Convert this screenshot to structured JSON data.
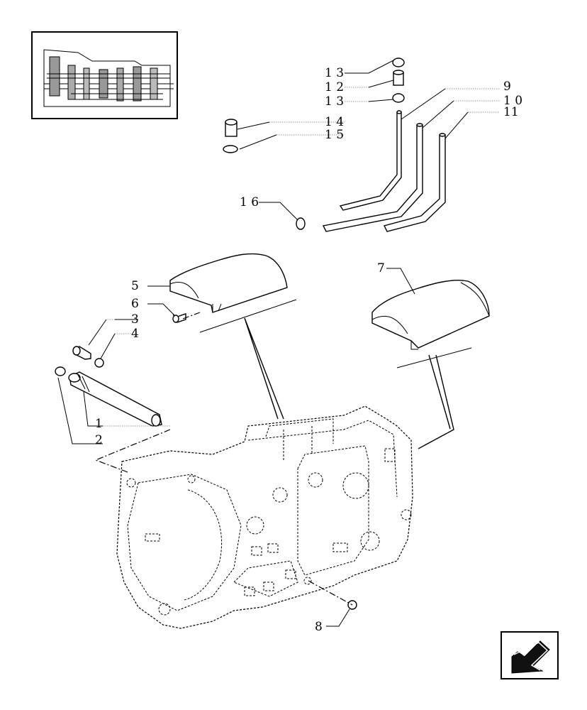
{
  "callouts": [
    {
      "id": "1",
      "text": "1"
    },
    {
      "id": "2",
      "text": "2"
    },
    {
      "id": "3",
      "text": "3"
    },
    {
      "id": "4",
      "text": "4"
    },
    {
      "id": "5",
      "text": "5"
    },
    {
      "id": "6",
      "text": "6"
    },
    {
      "id": "7",
      "text": "7"
    },
    {
      "id": "8",
      "text": "8"
    },
    {
      "id": "9",
      "text": "9"
    },
    {
      "id": "10",
      "text": "1 0"
    },
    {
      "id": "11",
      "text": "11"
    },
    {
      "id": "12",
      "text": "1 2"
    },
    {
      "id": "13a",
      "text": "1 3"
    },
    {
      "id": "13b",
      "text": "1 3"
    },
    {
      "id": "14",
      "text": "1 4"
    },
    {
      "id": "15",
      "text": "1 5"
    },
    {
      "id": "16",
      "text": "1 6"
    }
  ],
  "icons": {
    "thumbnail": "transmission-section-thumbnail-icon",
    "nav": "previous-page-arrow-icon"
  }
}
